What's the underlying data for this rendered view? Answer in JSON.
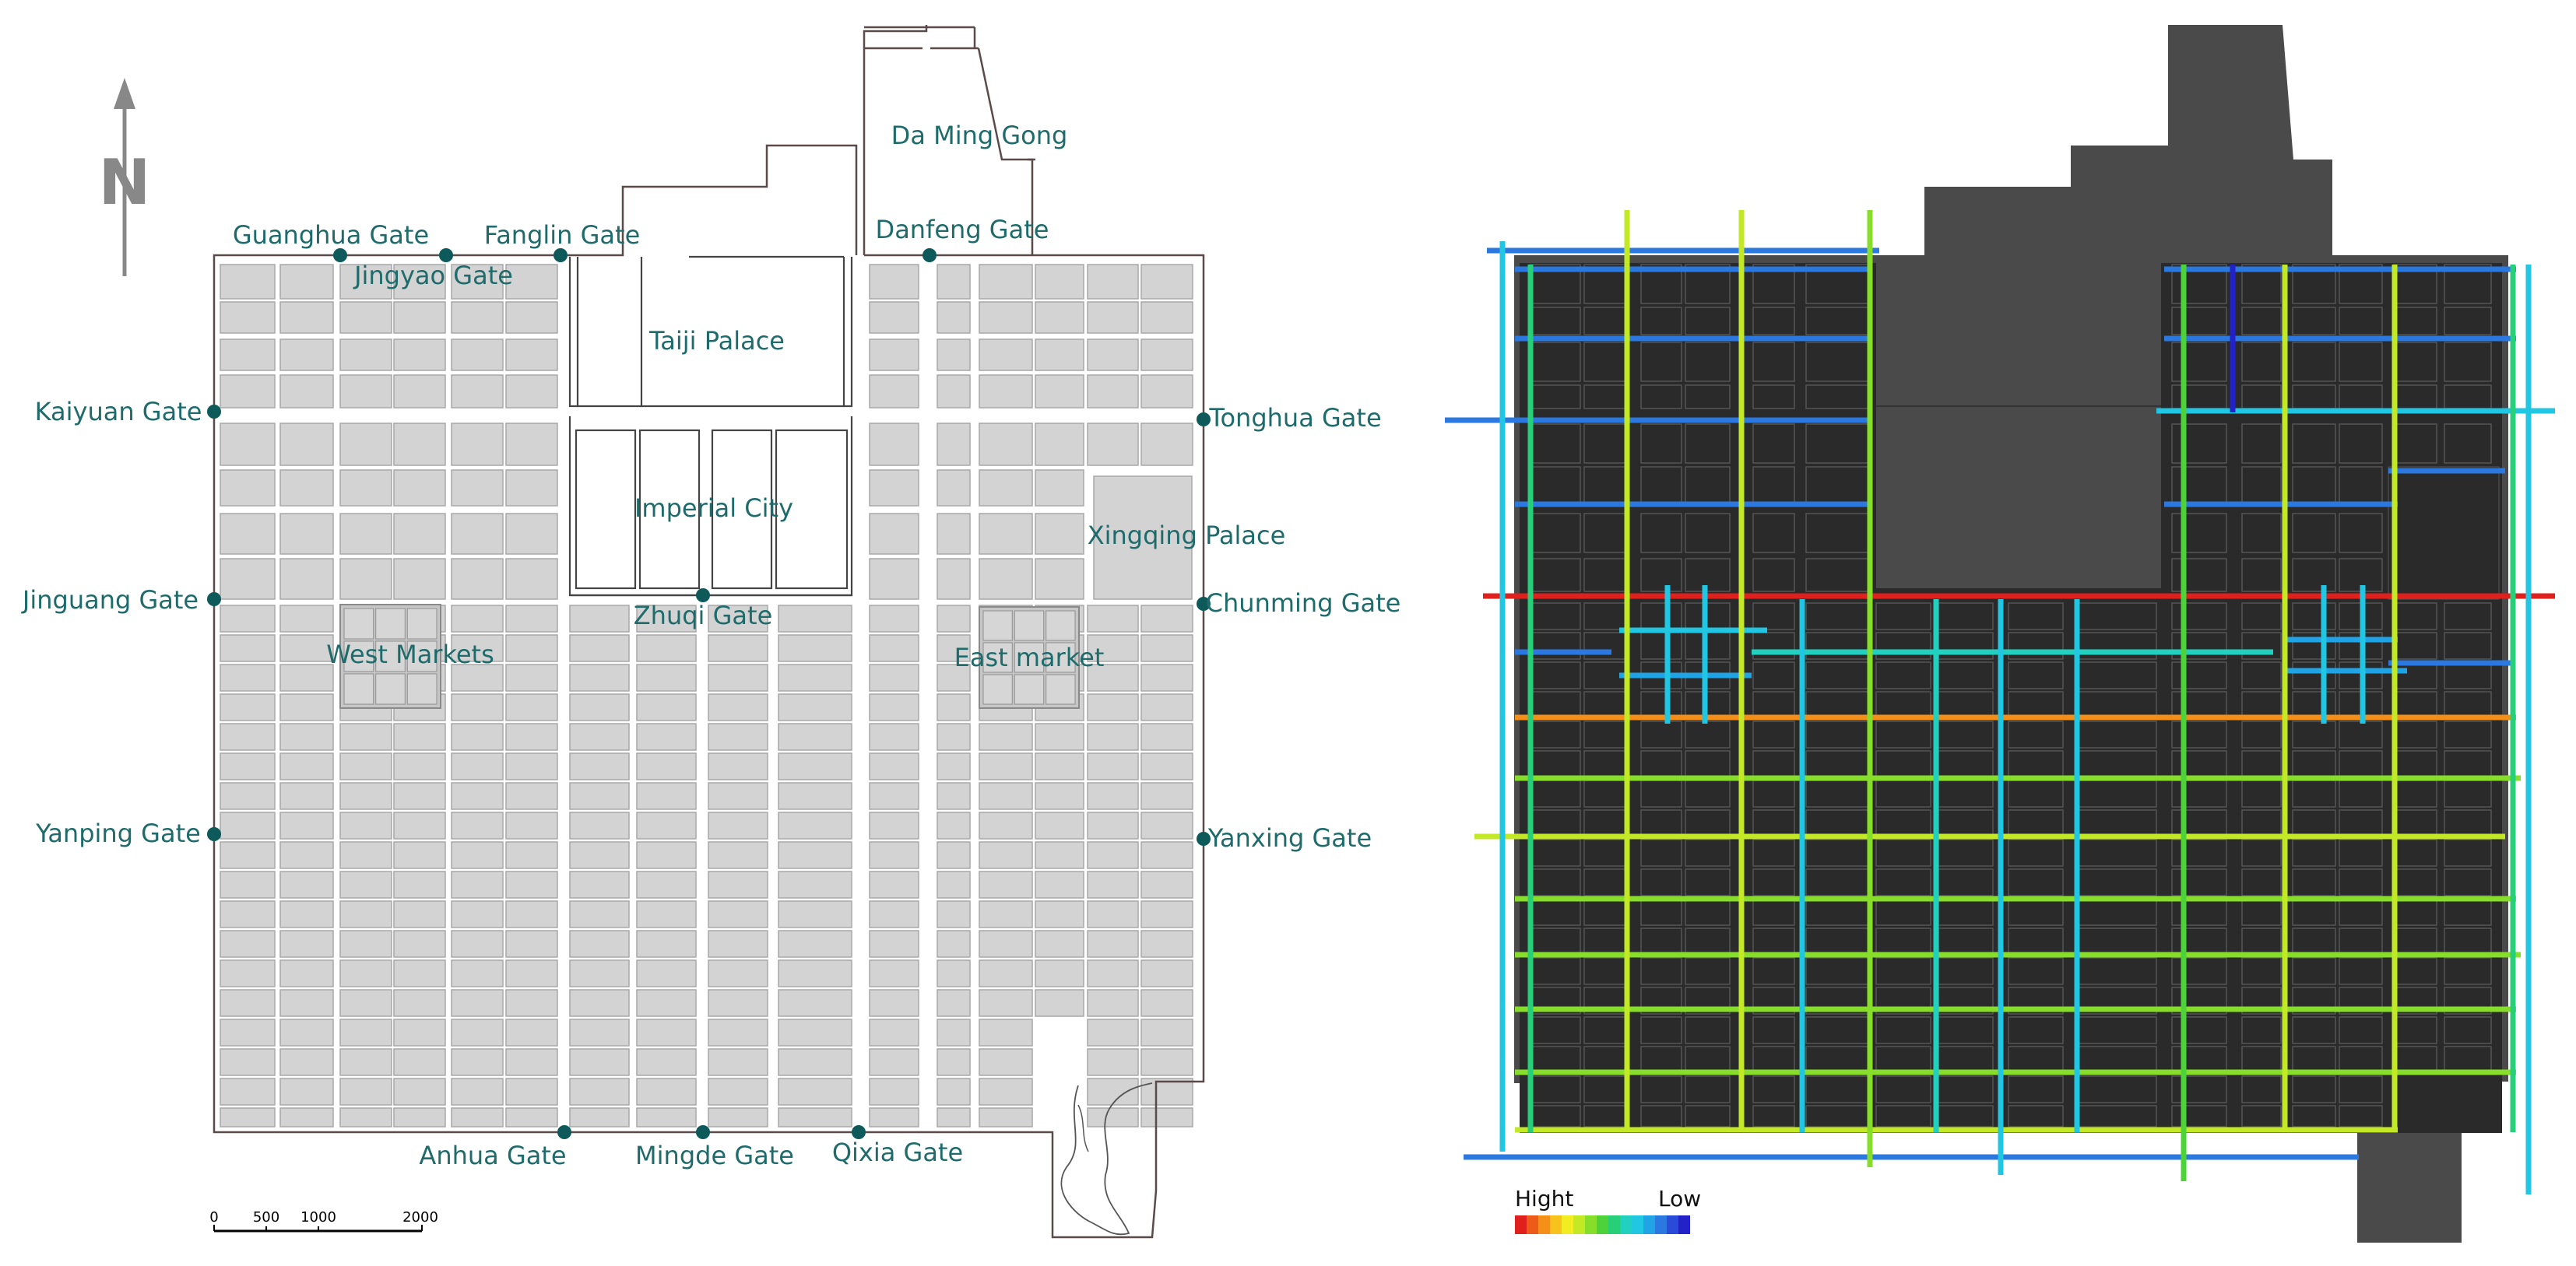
{
  "left_map": {
    "north_label": "N",
    "labels": {
      "da_ming_gong": "Da Ming Gong",
      "danfeng_gate": "Danfeng Gate",
      "guanghua_gate": "Guanghua Gate",
      "fanglin_gate": "Fanglin Gate",
      "jingyao_gate": "Jingyao Gate",
      "taiji_palace": "Taiji Palace",
      "kaiyuan_gate": "Kaiyuan Gate",
      "tonghua_gate": "Tonghua Gate",
      "imperial_city": "Imperial City",
      "xingqing_palace": "Xingqing Palace",
      "jinguang_gate": "Jinguang Gate",
      "zhuqi_gate": "Zhuqi Gate",
      "chunming_gate": "Chunming Gate",
      "west_markets": "West Markets",
      "east_market": "East market",
      "yanping_gate": "Yanping Gate",
      "yanxing_gate": "Yanxing Gate",
      "anhua_gate": "Anhua Gate",
      "mingde_gate": "Mingde Gate",
      "qixia_gate": "Qixia Gate"
    },
    "scale_bar": {
      "ticks": [
        "0",
        "500",
        "1000",
        "2000"
      ]
    },
    "colors": {
      "label": "#1f6b6b",
      "gate_dot": "#0e5a5a",
      "block": "#d3d3d3",
      "wall": "#5a4a4a"
    }
  },
  "right_map": {
    "legend": {
      "high": "Hight",
      "low": "Low"
    },
    "colors": {
      "background_dark": "#2a2a2a",
      "outside_gray": "#4a4a4a",
      "scale": [
        "#e0201c",
        "#ee5a18",
        "#f4901a",
        "#f7c21c",
        "#f2ec22",
        "#c2e826",
        "#86dd2a",
        "#4ed23a",
        "#27cf78",
        "#22d0c0",
        "#20c6e2",
        "#20a4e6",
        "#2a78e0",
        "#2a4ad8",
        "#2222c8"
      ]
    },
    "streets_by_intensity": {
      "highest": "red east-west avenue through Zhuqi Gate",
      "high": "orange east-west avenue south of the markets",
      "medium": "yellow-green main roads",
      "low": "cyan and blue lanes"
    }
  }
}
